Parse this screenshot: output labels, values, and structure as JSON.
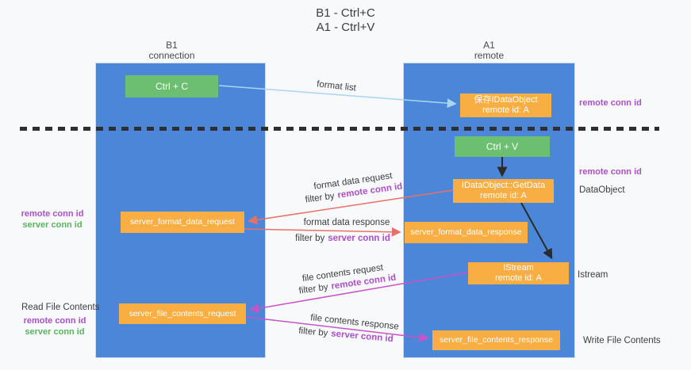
{
  "title": {
    "line1": "B1 - Ctrl+C",
    "line2": "A1 - Ctrl+V"
  },
  "columns": {
    "left": {
      "name": "B1",
      "subtitle": "connection"
    },
    "right": {
      "name": "A1",
      "subtitle": "remote"
    }
  },
  "nodes": {
    "ctrl_c": "Ctrl + C",
    "ctrl_v": "Ctrl + V",
    "save_dataobject": {
      "line1": "保存IDataObject",
      "line2": "remote id: A"
    },
    "getdata": {
      "line1": "IDataObject::GetData",
      "line2": "remote id: A"
    },
    "istream": {
      "line1": "IStream",
      "line2": "remote id: A"
    },
    "server_format_data_request": "server_format_data_request",
    "server_format_data_response": "server_format_data_response",
    "server_file_contents_request": "server_file_contents_request",
    "server_file_contents_response": "server_file_contents_response"
  },
  "side_labels": {
    "right_remote_conn_top": "remote conn id",
    "right_remote_conn_mid": "remote conn id",
    "dataobject": "DataObject",
    "istream": "Istream",
    "write_file_contents": "Write File Contents",
    "left_remote_conn_1": "remote conn id",
    "left_server_conn_1": "server conn id",
    "read_file_contents": "Read File Contents",
    "left_remote_conn_2": "remote conn id",
    "left_server_conn_2": "server conn id"
  },
  "flows": {
    "format_list": "format list",
    "format_data_request": {
      "text": "format data request",
      "filter_prefix": "filter by",
      "filter_key": "remote conn id"
    },
    "format_data_response": {
      "text": "format data response",
      "filter_prefix": "filter by",
      "filter_key": "server conn id"
    },
    "file_contents_request": {
      "text": "file contents request",
      "filter_prefix": "filter by",
      "filter_key": "remote conn id"
    },
    "file_contents_response": {
      "text": "file contents response",
      "filter_prefix": "filter by",
      "filter_key": "server conn id"
    }
  },
  "colors": {
    "background": "#f8f9fa",
    "panel_blue": "#4C86D8",
    "box_green": "#6CBE70",
    "box_orange": "#F9AE43",
    "text_dark": "#3d3d3d",
    "conn_purple": "#AC4FC9",
    "conn_green": "#57B65C",
    "arrow_lightblue": "#A8D5F0",
    "arrow_salmon": "#E8706B",
    "arrow_magenta": "#C753C7",
    "arrow_black": "#2b2b2b",
    "dash_line": "#2f2f2f"
  }
}
